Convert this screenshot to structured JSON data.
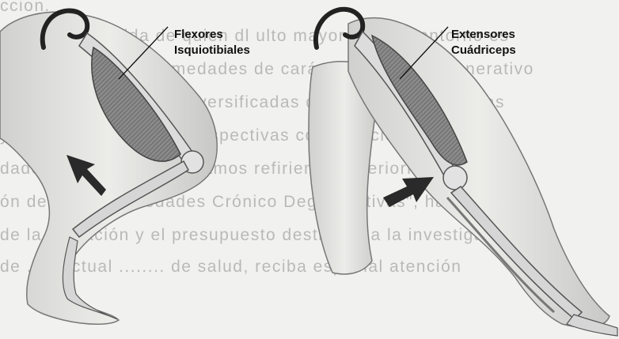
{
  "background_text": [
    "ccion.",
    "calidad de la vida de quien dl  ulto mayor y de su entorno es",
    "a dada por las enfermedades de carácter crónico degenerativo",
    "dades y propiedades diversificadas que podrían ser tardías",
    "y la prevención de las respectivas complicaciones y",
    "dades a las que nos estamos refiriendo anteriormente",
    "ón de las Enfermedades Crónico Degenerativas\", hace que",
    "de la población y el presupuesto destinado a la investigación",
    "de ..... actual ........ de salud, reciba especial atención"
  ],
  "labels": {
    "left": {
      "line1": "Flexores",
      "line2": "Isquiotibiales"
    },
    "right": {
      "line1": "Extensores",
      "line2": "Cuádriceps"
    }
  },
  "colors": {
    "ink": "#111111",
    "muscle": "#7a7a7a",
    "bone": "#d8d8d8",
    "skin": "#e4e4e2",
    "arrow": "#2a2a2a"
  }
}
